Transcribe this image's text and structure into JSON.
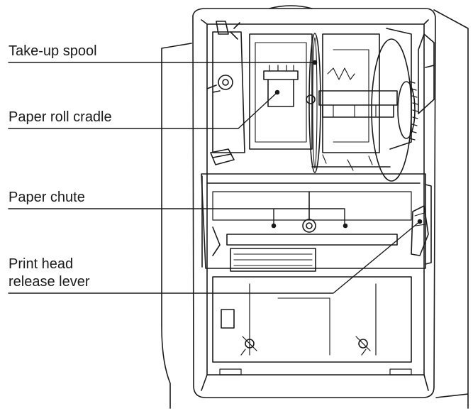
{
  "labels": {
    "take_up_spool": "Take-up spool",
    "paper_roll_cradle": "Paper roll cradle",
    "paper_chute": "Paper chute",
    "print_head_release_lever_line1": "Print head",
    "print_head_release_lever_line2": "release lever"
  },
  "colors": {
    "ink": "#1a1a1a",
    "background": "#ffffff",
    "shade": "#d9d9d9"
  }
}
